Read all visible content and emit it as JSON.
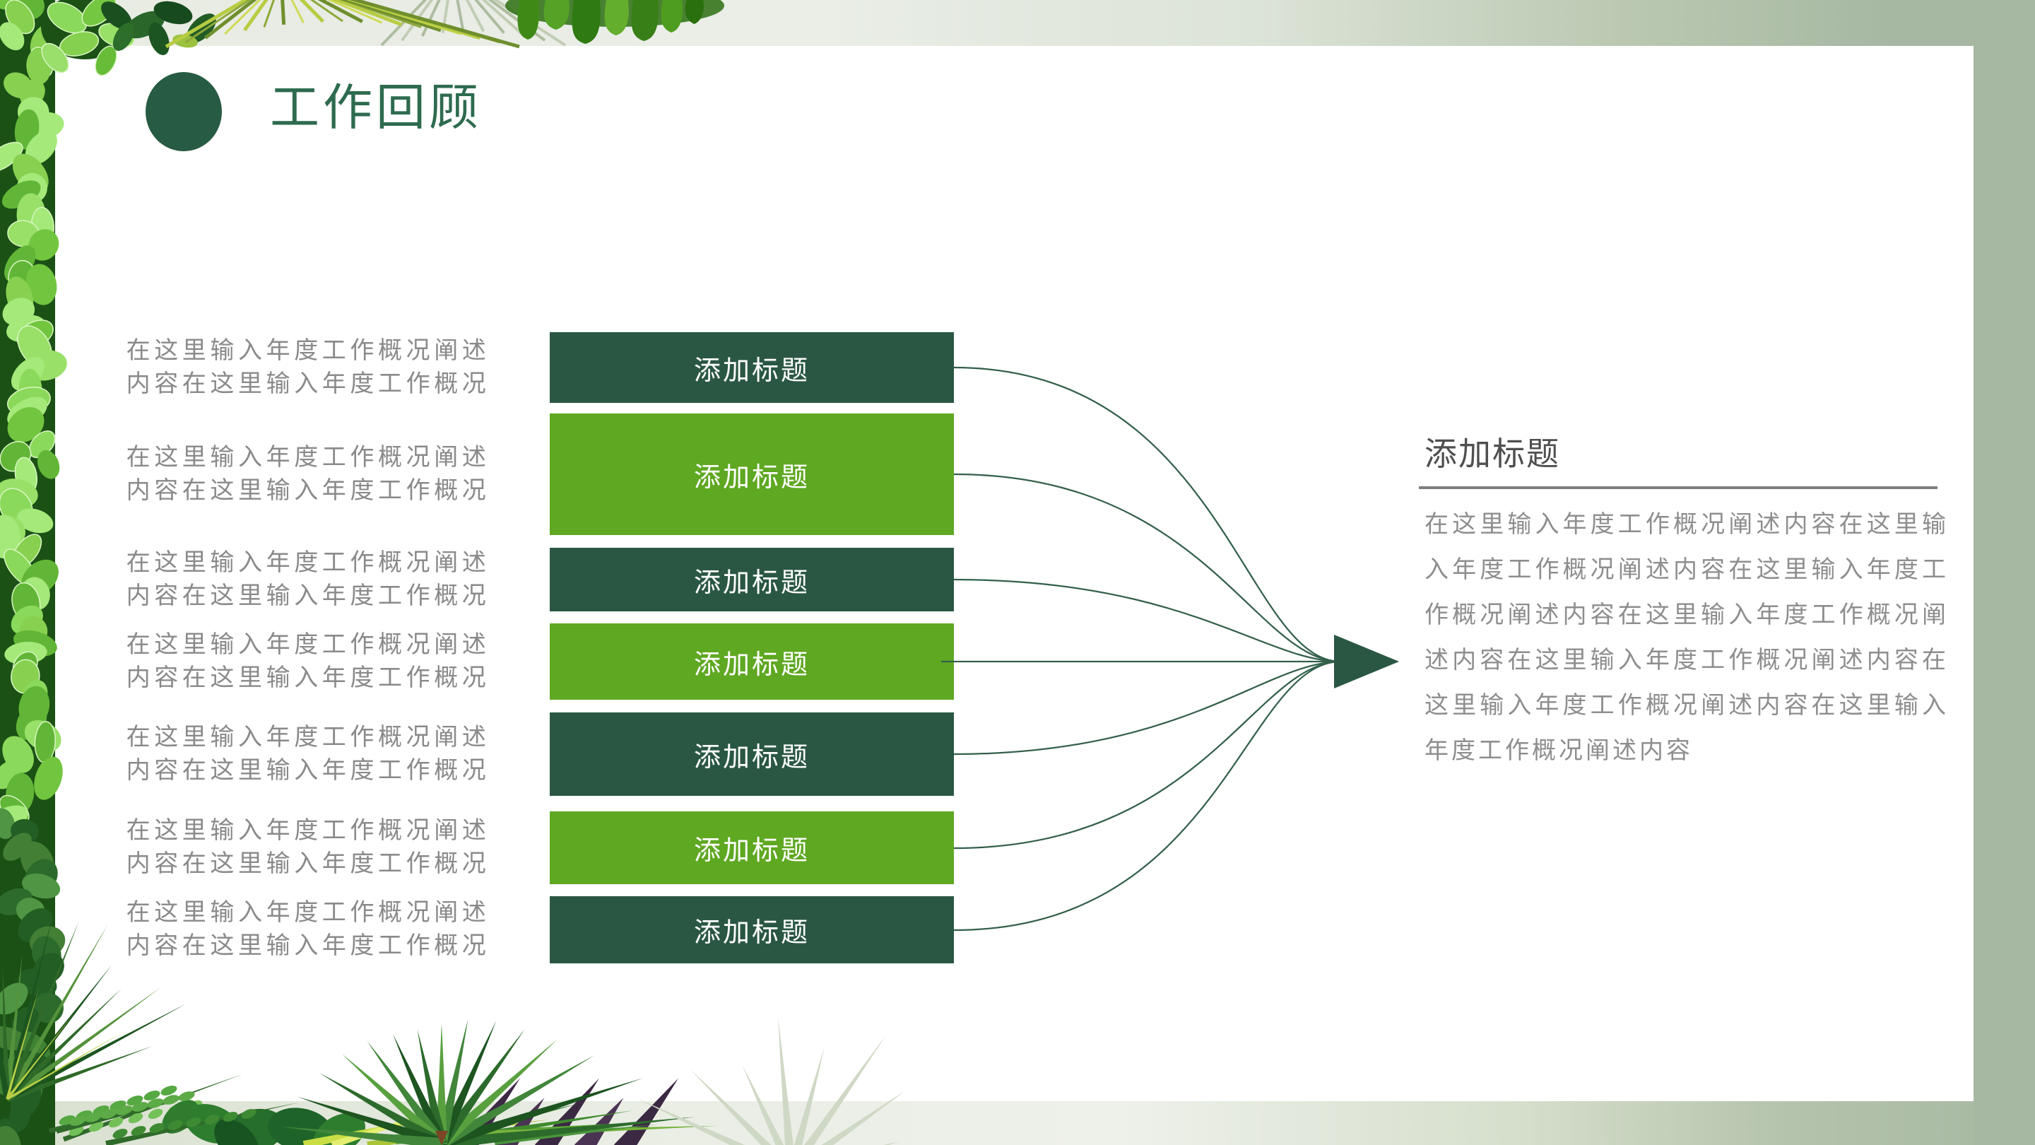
{
  "slide": {
    "title": "工作回顾"
  },
  "left_items": [
    "在这里输入年度工作概况阐述内容在这里输入年度工作概况",
    "在这里输入年度工作概况阐述内容在这里输入年度工作概况",
    "在这里输入年度工作概况阐述内容在这里输入年度工作概况",
    "在这里输入年度工作概况阐述内容在这里输入年度工作概况",
    "在这里输入年度工作概况阐述内容在这里输入年度工作概况",
    "在这里输入年度工作概况阐述内容在这里输入年度工作概况",
    "在这里输入年度工作概况阐述内容在这里输入年度工作概况"
  ],
  "bars": [
    {
      "label": "添加标题",
      "variant": "dark"
    },
    {
      "label": "添加标题",
      "variant": "light"
    },
    {
      "label": "添加标题",
      "variant": "dark"
    },
    {
      "label": "添加标题",
      "variant": "light"
    },
    {
      "label": "添加标题",
      "variant": "dark"
    },
    {
      "label": "添加标题",
      "variant": "light"
    },
    {
      "label": "添加标题",
      "variant": "dark"
    }
  ],
  "right_panel": {
    "heading": "添加标题",
    "body": "在这里输入年度工作概况阐述内容在这里输入年度工作概况阐述内容在这里输入年度工作概况阐述内容在这里输入年度工作概况阐述内容在这里输入年度工作概况阐述内容在这里输入年度工作概况阐述内容在这里输入年度工作概况阐述内容"
  },
  "colors": {
    "dark_green": "#2a5743",
    "light_green": "#5fa822",
    "title_green": "#2e6b4f",
    "connector_green": "#33604b",
    "left_text_gray": "#8a8a8a",
    "heading_gray": "#4f4f4f",
    "rule_gray": "#7f7f7f",
    "body_gray": "#8e8e8e",
    "sage_border": "#a6b8a2",
    "leaf_bright": "#8bd95b",
    "leaf_dark": "#1b5115"
  }
}
